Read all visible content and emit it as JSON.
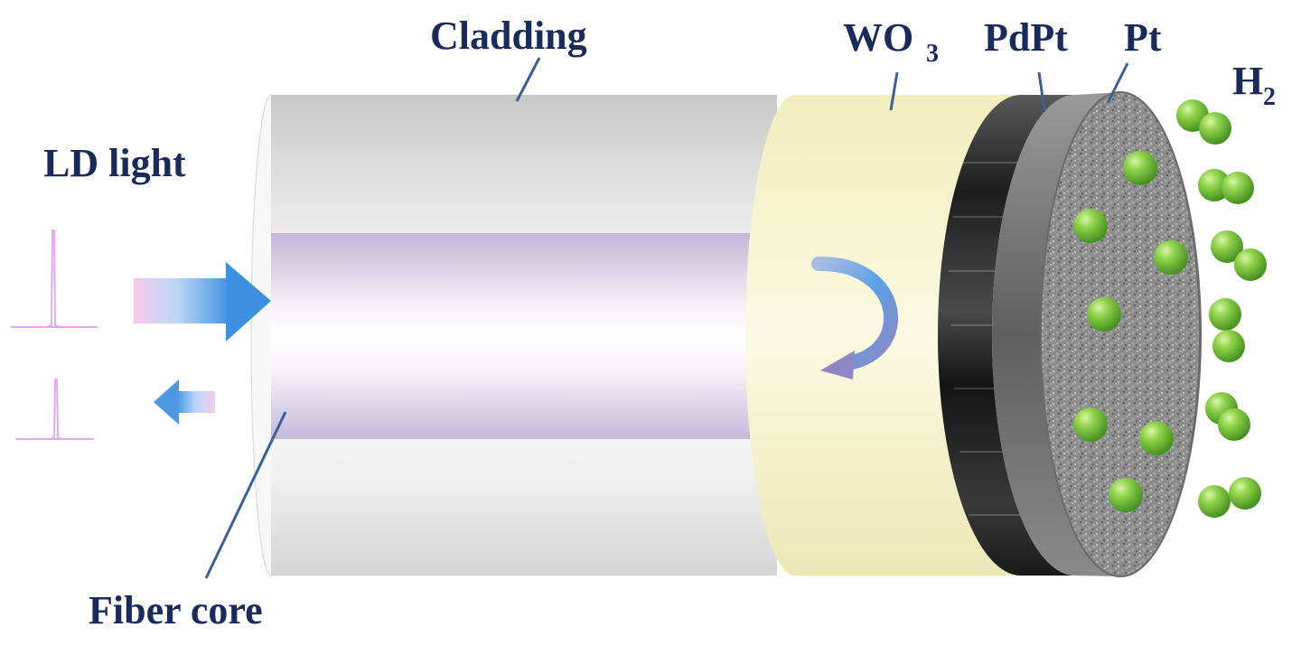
{
  "labels": {
    "cladding": "Cladding",
    "wo3_main": "WO",
    "wo3_sub": "3",
    "pdpt": "PdPt",
    "pt": "Pt",
    "h2_main": "H",
    "h2_sub": "2",
    "ld_light": "LD light",
    "fiber_core": "Fiber core"
  },
  "colors": {
    "label_text": "#1a2a5c",
    "leader_line": "#3c5f9c",
    "cladding": "#e2e2e2",
    "fiber_core": "#c9bedb",
    "wo3_layer": "#f2eec0",
    "pdpt_layer": "#2a2a2a",
    "pt_layer": "#7a7a7a",
    "h2_molecule": "#6cc13a",
    "arrow_blue": "#4c98e4",
    "spectrum_pulse": "#e3a9ef"
  },
  "icons": {
    "h2": "hydrogen-molecule-icon",
    "reflection": "curved-arrow-icon",
    "input_arrow": "right-arrow-icon",
    "output_arrow": "left-arrow-icon"
  }
}
